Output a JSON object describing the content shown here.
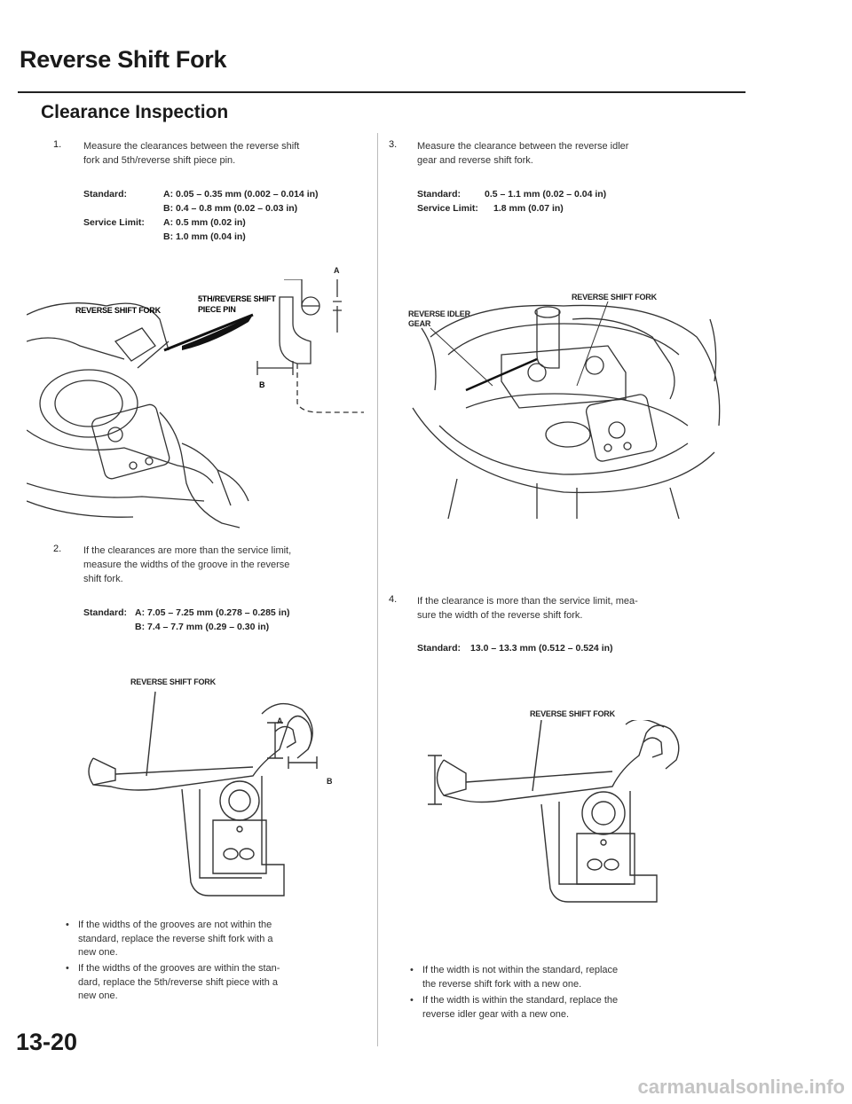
{
  "header": {
    "page_title": "Reverse Shift Fork",
    "section_title": "Clearance Inspection"
  },
  "steps": {
    "s1": {
      "number": "1.",
      "text_l1": "Measure the clearances between the reverse shift",
      "text_l2": "fork and 5th/reverse shift piece pin.",
      "spec_l1_label": "Standard:",
      "spec_l1": "A: 0.05 – 0.35 mm (0.002 – 0.014 in)",
      "spec_l2": "B: 0.4 – 0.8 mm (0.02 – 0.03 in)",
      "spec_l3_label": "Service Limit:",
      "spec_l3": "A: 0.5 mm (0.02 in)",
      "spec_l4": "B: 1.0 mm (0.04 in)",
      "fig_label_fork": "REVERSE SHIFT FORK",
      "fig_label_pin_l1": "5TH/REVERSE SHIFT",
      "fig_label_pin_l2": "PIECE PIN",
      "fig_label_a": "A",
      "fig_label_b": "B"
    },
    "s2": {
      "number": "2.",
      "text_l1": "If the clearances are more than the service limit,",
      "text_l2": "measure the widths of the groove in the reverse",
      "text_l3": "shift fork.",
      "spec_l1_label": "Standard:",
      "spec_l1": "A: 7.05 – 7.25 mm (0.278 – 0.285 in)",
      "spec_l2": "B: 7.4 – 7.7 mm (0.29 – 0.30 in)",
      "fig_label_fork": "REVERSE SHIFT FORK",
      "fig_label_a": "A",
      "fig_label_b": "B",
      "b1_l1": "If the widths of the grooves are not within the",
      "b1_l2": "standard, replace the reverse shift fork with a",
      "b1_l3": "new one.",
      "b2_l1": "If the widths of the grooves are within the stan-",
      "b2_l2": "dard, replace the 5th/reverse shift piece with a",
      "b2_l3": "new one."
    },
    "s3": {
      "number": "3.",
      "text_l1": "Measure the clearance between the reverse idler",
      "text_l2": "gear and reverse shift fork.",
      "spec_l1_label": "Standard:",
      "spec_l1": "0.5 – 1.1 mm (0.02 – 0.04 in)",
      "spec_l2_label": "Service Limit:",
      "spec_l2": "1.8 mm (0.07 in)",
      "fig_label_fork": "REVERSE SHIFT FORK",
      "fig_label_gear_l1": "REVERSE IDLER",
      "fig_label_gear_l2": "GEAR"
    },
    "s4": {
      "number": "4.",
      "text_l1": "If the clearance is more than the service limit, mea-",
      "text_l2": "sure the width of the reverse shift fork.",
      "spec_l1_label": "Standard:",
      "spec_l1": "13.0 – 13.3 mm (0.512 – 0.524 in)",
      "fig_label_fork": "REVERSE SHIFT FORK",
      "b1_l1": "If the width is not within the standard, replace",
      "b1_l2": "the reverse shift fork with a new one.",
      "b2_l1": "If the width is within the standard, replace the",
      "b2_l2": "reverse idler gear with a new one."
    }
  },
  "bullet_glyph": "•",
  "page_number": "13-20",
  "watermark": "carmanualsonline.info"
}
